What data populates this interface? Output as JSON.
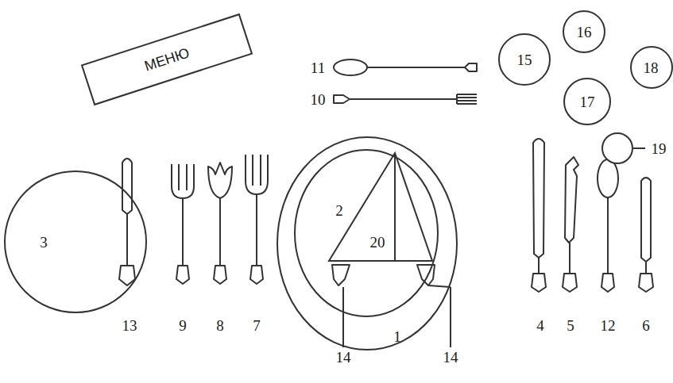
{
  "diagram": {
    "nodes": [
      {
        "text": [
          "МЕНЮ"
        ]
      },
      {
        "text": [
          "1"
        ]
      },
      {
        "text": [
          "2"
        ],
        "in": 1
      },
      {
        "text": [
          "20"
        ],
        "in": 2
      },
      {
        "text": [
          "3"
        ]
      },
      {
        "text": [
          "15"
        ]
      },
      {
        "text": [
          "16"
        ]
      },
      {
        "text": [
          "17"
        ]
      },
      {
        "text": [
          "18"
        ]
      }
    ],
    "labels": [
      "11",
      "10",
      "19",
      "13",
      "9",
      "8",
      "7",
      "4",
      "5",
      "12",
      "6",
      "14",
      "14"
    ]
  }
}
